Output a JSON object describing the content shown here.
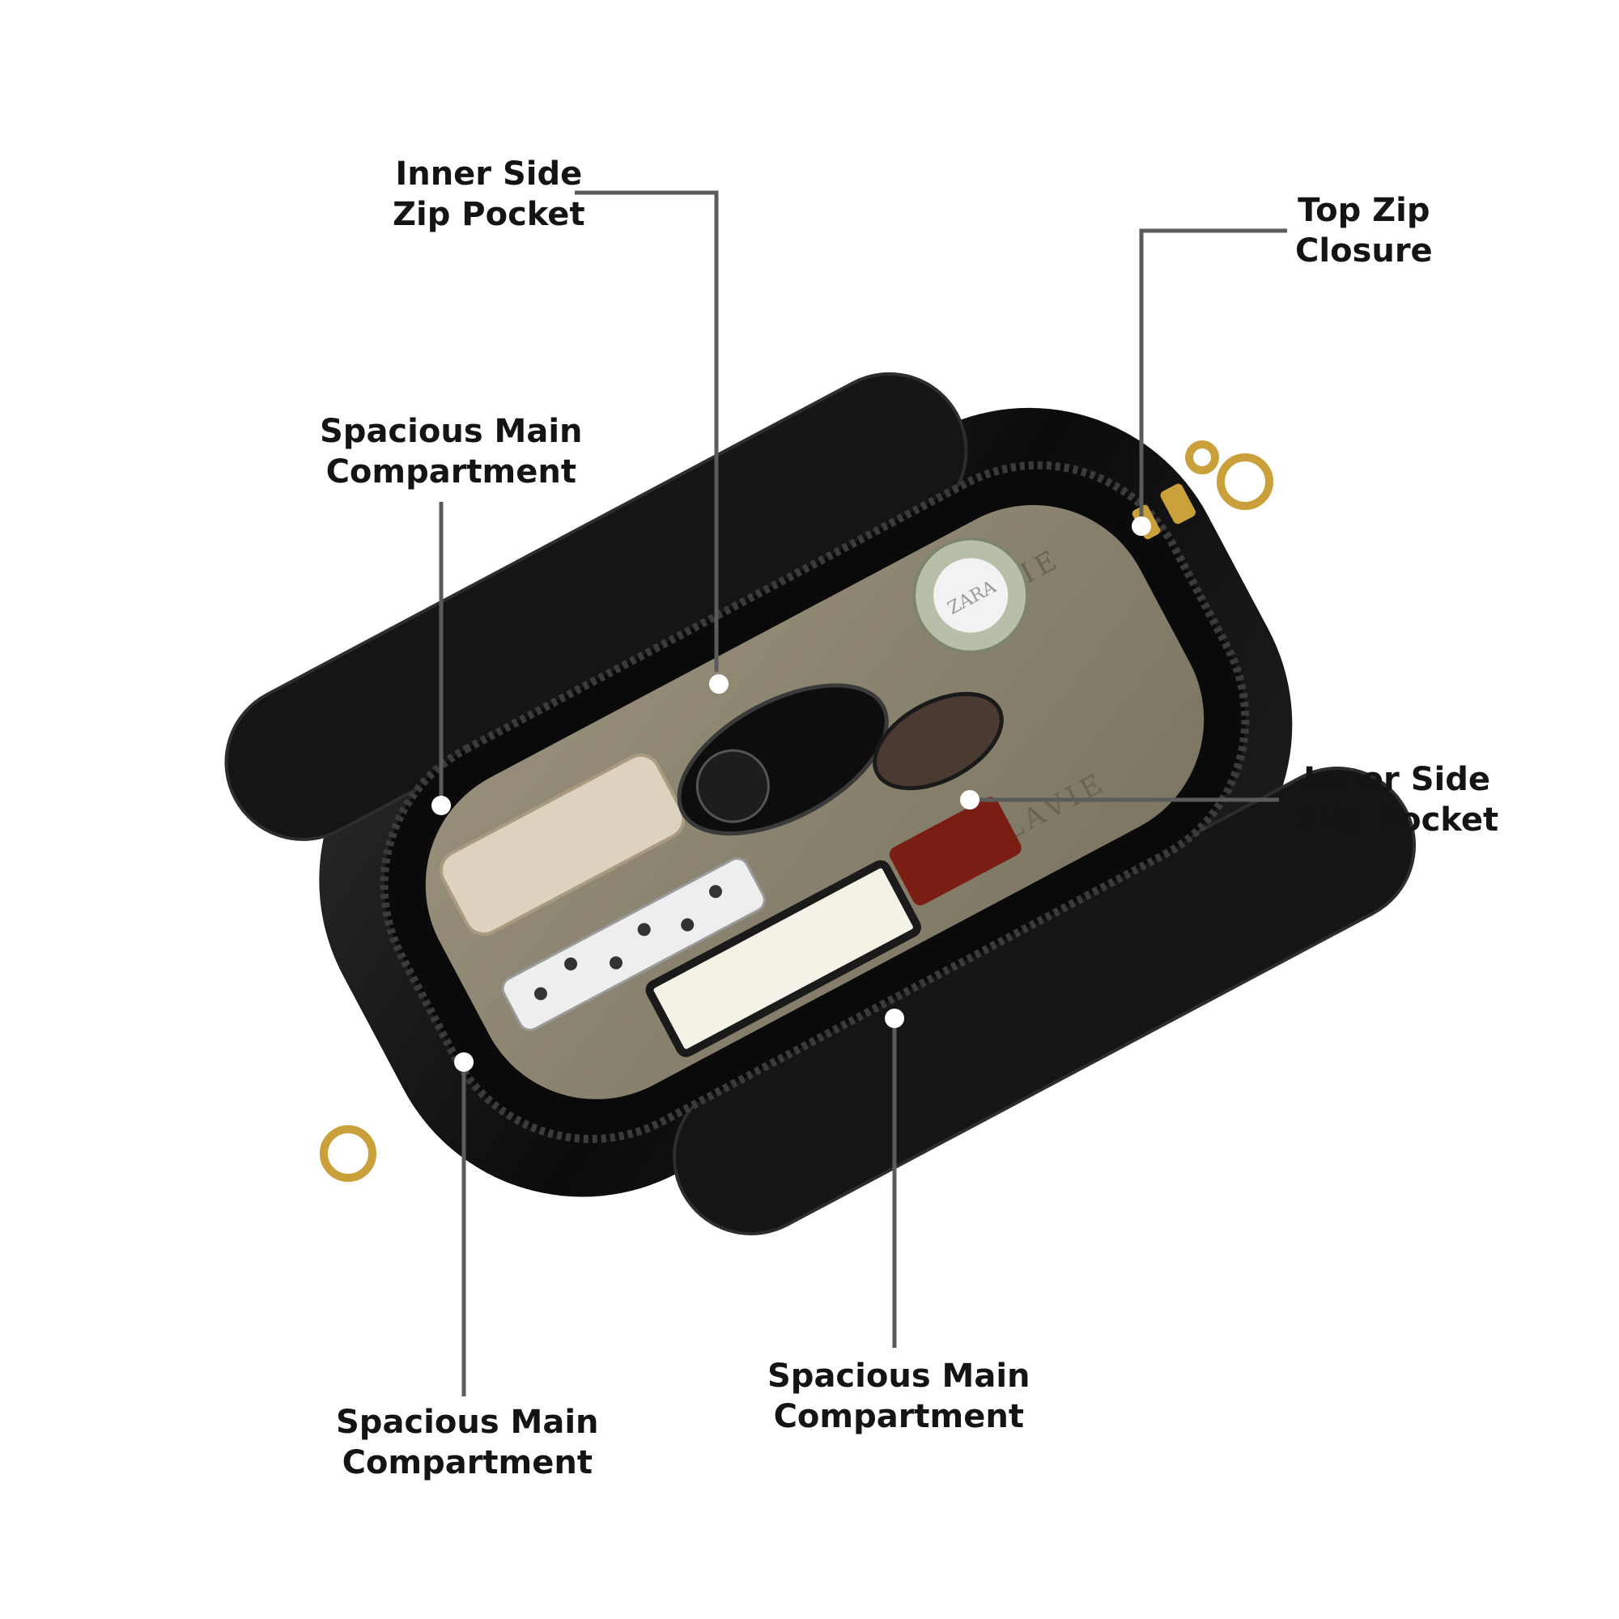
{
  "callouts": [
    {
      "id": "inner-side-zip-pocket",
      "lines": [
        "Inner Side",
        "Zip Pocket"
      ]
    },
    {
      "id": "top-zip-closure",
      "lines": [
        "Top Zip",
        "Closure"
      ]
    },
    {
      "id": "spacious-main-compartment-left",
      "lines": [
        "Spacious Main",
        "Compartment"
      ]
    },
    {
      "id": "inner-side-slip-pocket",
      "lines": [
        "Inner Side",
        "Slip Pocket"
      ]
    },
    {
      "id": "spacious-main-compartment-bottom-left",
      "lines": [
        "Spacious Main",
        "Compartment"
      ]
    },
    {
      "id": "spacious-main-compartment-bottom-right",
      "lines": [
        "Spacious Main",
        "Compartment"
      ]
    }
  ],
  "bag": {
    "lining_brand_text": "LAVIE",
    "perfume_cap_text": "ZARA",
    "colors": {
      "bag": "#111111",
      "lining": "#8a8470",
      "hardware": "#c9a03a",
      "leader_lines": "#5b5b5b"
    }
  }
}
